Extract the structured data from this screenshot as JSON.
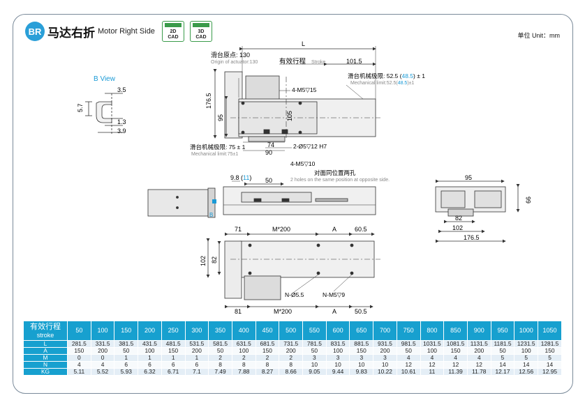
{
  "header": {
    "badge": "BR",
    "title_cn": "马达右折",
    "title_en": "Motor Right Side",
    "cad_2d": [
      "2D",
      "CAD"
    ],
    "cad_3d": [
      "3D",
      "CAD"
    ],
    "unit": "单位 Unit：mm"
  },
  "drawing": {
    "b_view": "B View",
    "dim_L": "L",
    "origin_cn": "滑台原点: 130",
    "origin_en": "Origin of actuator:130",
    "stroke_cn": "有效行程",
    "stroke_en": "Stroke",
    "dim_101_5": "101.5",
    "mech_limit_top_cn_a": "滑台机械极限: 52.5 (",
    "mech_limit_top_cn_b": "48.5",
    "mech_limit_top_cn_c": ") ± 1",
    "mech_limit_top_en_a": "Mechanical limit:52.5(",
    "mech_limit_top_en_b": "48.5",
    "mech_limit_top_en_c": ")±1",
    "m5_15": "4-M5▽15",
    "dim_176_5": "176.5",
    "dim_95": "95",
    "dim_105": "105",
    "dim_74": "74",
    "dim_90": "90",
    "dowel": "2-Ø5▽12 H7",
    "mech_limit_bottom_cn": "滑台机械极限: 75 ± 1",
    "mech_limit_bottom_en": "Mechanical limit:75±1",
    "m5_10": "4-M5▽10",
    "opposite_cn": "对面同位置两孔",
    "opposite_en": "2 holes on the same position at opposite side.",
    "dim_9_8_a": "9.8 (",
    "dim_9_8_b": "11",
    "dim_9_8_c": ")",
    "dim_50": "50",
    "label_B": "B",
    "bv_3_5": "3.5",
    "bv_5_7": "5.7",
    "bv_1_3": "1.3",
    "bv_3_9": "3.9",
    "side_95": "95",
    "side_66": "66",
    "side_82": "82",
    "side_102": "102",
    "side_176_5": "176.5",
    "bot_71": "71",
    "bot_m200_top": "M*200",
    "bot_A_top": "A",
    "bot_60_5": "60.5",
    "bot_102": "102",
    "bot_82": "82",
    "bot_n5_5": "N-Ø5.5",
    "bot_nm5": "N-M5▽9",
    "bot_81": "81",
    "bot_m200_bottom": "M*200",
    "bot_A_bottom": "A",
    "bot_50_5": "50.5"
  },
  "table": {
    "corner_cn": "有效行程",
    "corner_en": "stroke",
    "strokes": [
      "50",
      "100",
      "150",
      "200",
      "250",
      "300",
      "350",
      "400",
      "450",
      "500",
      "550",
      "600",
      "650",
      "700",
      "750",
      "800",
      "850",
      "900",
      "950",
      "1000",
      "1050"
    ],
    "rows": [
      {
        "label": "L",
        "values": [
          "281.5",
          "331.5",
          "381.5",
          "431.5",
          "481.5",
          "531.5",
          "581.5",
          "631.5",
          "681.5",
          "731.5",
          "781.5",
          "831.5",
          "881.5",
          "931.5",
          "981.5",
          "1031.5",
          "1081.5",
          "1131.5",
          "1181.5",
          "1231.5",
          "1281.5"
        ]
      },
      {
        "label": "A",
        "values": [
          "150",
          "200",
          "50",
          "100",
          "150",
          "200",
          "50",
          "100",
          "150",
          "200",
          "50",
          "100",
          "150",
          "200",
          "50",
          "100",
          "150",
          "200",
          "50",
          "100",
          "150"
        ]
      },
      {
        "label": "M",
        "values": [
          "0",
          "0",
          "1",
          "1",
          "1",
          "1",
          "2",
          "2",
          "2",
          "2",
          "3",
          "3",
          "3",
          "3",
          "4",
          "4",
          "4",
          "4",
          "5",
          "5",
          "5"
        ]
      },
      {
        "label": "N",
        "values": [
          "4",
          "4",
          "6",
          "6",
          "6",
          "6",
          "8",
          "8",
          "8",
          "8",
          "10",
          "10",
          "10",
          "10",
          "12",
          "12",
          "12",
          "12",
          "14",
          "14",
          "14"
        ]
      },
      {
        "label": "KG",
        "values": [
          "5.11",
          "5.52",
          "5.93",
          "6.32",
          "6.71",
          "7.1",
          "7.49",
          "7.88",
          "8.27",
          "8.66",
          "9.05",
          "9.44",
          "9.83",
          "10.22",
          "10.61",
          "11",
          "11.39",
          "11.78",
          "12.17",
          "12.56",
          "12.95"
        ]
      }
    ]
  },
  "colors": {
    "accent": "#17a0cf",
    "badge": "#2a9fd8",
    "cad": "#3a9b4a",
    "highlight": "#1a9ad6"
  }
}
